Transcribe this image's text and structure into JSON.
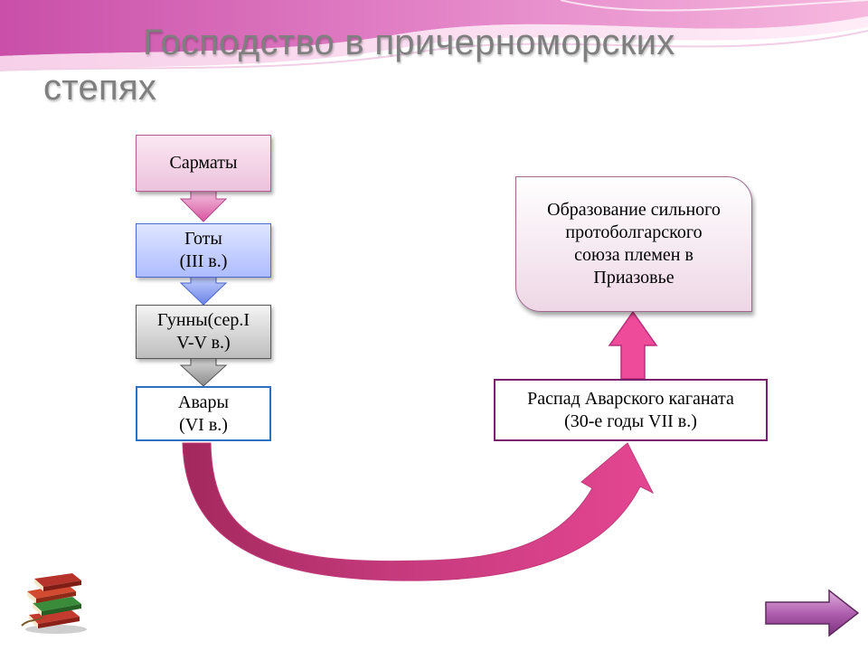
{
  "title": {
    "line1": "Господство в причерноморских",
    "line2": "степях"
  },
  "nodes": {
    "sarmaty": "Сарматы",
    "goty": [
      "Готы",
      "(III в.)"
    ],
    "gunny": [
      "Гунны(сер.I",
      "V-V в.)"
    ],
    "avary": [
      "Авары",
      "(VI в.)"
    ],
    "raspad": [
      "Распад Аварского каганата",
      "(30-е годы VII в.)"
    ],
    "obrazovanie": [
      "Образование сильного",
      "протоболгарского",
      "союза племен в",
      "Приазовье"
    ]
  },
  "icons": {
    "books": "books-icon",
    "next": "right-arrow-icon"
  },
  "colors": {
    "title": "#7f7f7f",
    "pink_arrow": "#e0459a",
    "curve_dark": "#b8306e",
    "goty_fill": "#aebcff",
    "gunny_fill": "#bdbdbd",
    "avary_border": "#2e6fbf",
    "raspad_border": "#7a1f6e",
    "next_button": "#9b4a9b"
  }
}
